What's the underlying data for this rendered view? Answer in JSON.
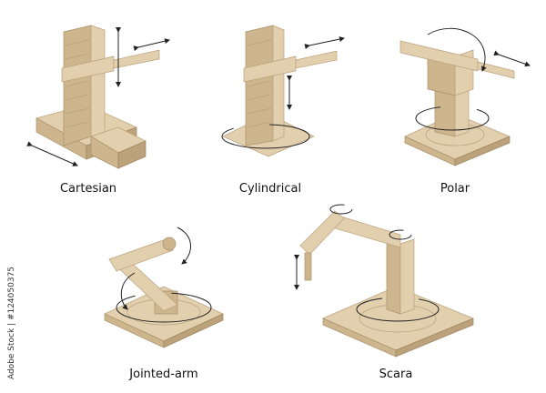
{
  "labels": {
    "cartesian": "Cartesian",
    "cylindrical": "Cylindrical",
    "polar": "Polar",
    "jointed_arm": "Jointed-arm",
    "scara": "Scara"
  },
  "watermark": "Adobe Stock | #124050375",
  "colors": {
    "body": "#e2cfad",
    "shade": "#cdb68e",
    "arrow": "#222222"
  }
}
